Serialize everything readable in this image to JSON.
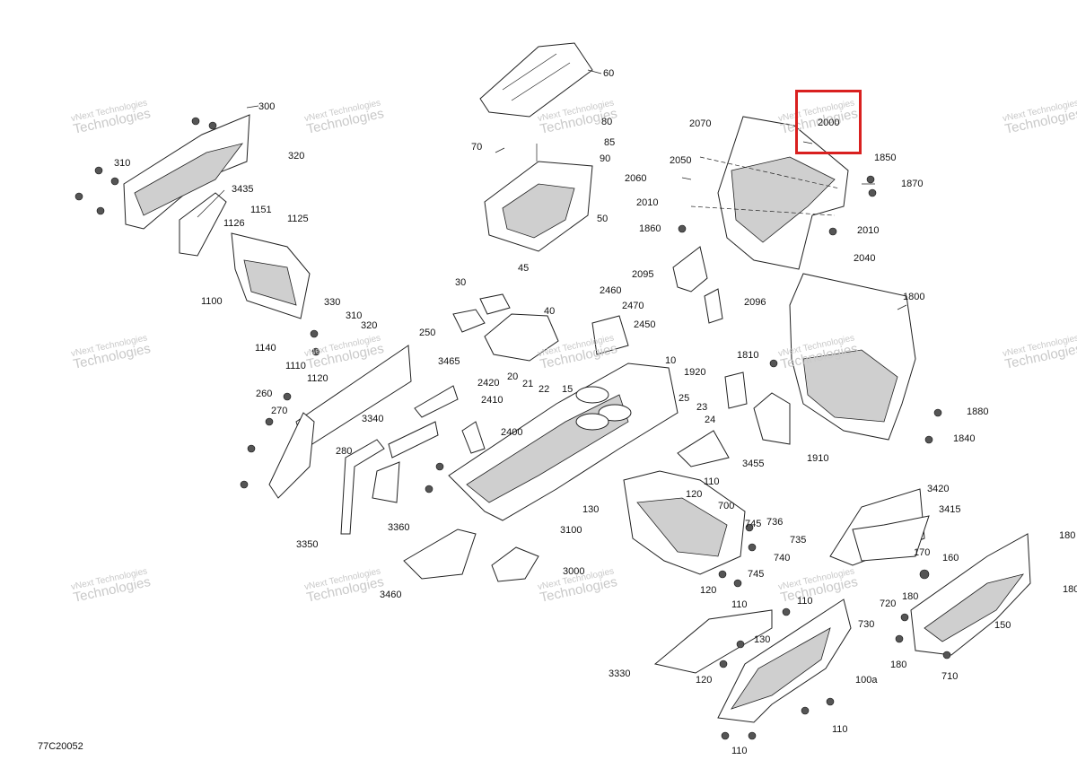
{
  "diagram": {
    "code": "77C20052",
    "watermark_line1": "vNext Technologies",
    "watermark_line2": "Technologies",
    "callouts": [
      "60",
      "80",
      "85",
      "70",
      "90",
      "50",
      "300",
      "310",
      "320",
      "3435",
      "1151",
      "1125",
      "1126",
      "1100",
      "330",
      "310",
      "320",
      "1140",
      "1110",
      "1120",
      "250",
      "260",
      "270",
      "280",
      "3340",
      "3350",
      "3360",
      "3460",
      "30",
      "45",
      "40",
      "3465",
      "2420",
      "2410",
      "2400",
      "20",
      "21",
      "22",
      "15",
      "10",
      "2460",
      "2470",
      "2450",
      "25",
      "23",
      "24",
      "3455",
      "110",
      "120",
      "130",
      "700",
      "3100",
      "3000",
      "120",
      "110",
      "2070",
      "2000",
      "2050",
      "2060",
      "2010",
      "1860",
      "1850",
      "1870",
      "2010",
      "2040",
      "2095",
      "2096",
      "1800",
      "1810",
      "1920",
      "1880",
      "1840",
      "1910",
      "3420",
      "3415",
      "745",
      "736",
      "735",
      "740",
      "745",
      "170",
      "160",
      "180",
      "180",
      "150",
      "720",
      "730",
      "180",
      "710",
      "110",
      "130",
      "120",
      "100a",
      "110",
      "110",
      "3330"
    ],
    "highlight_color": "#d9201f"
  }
}
